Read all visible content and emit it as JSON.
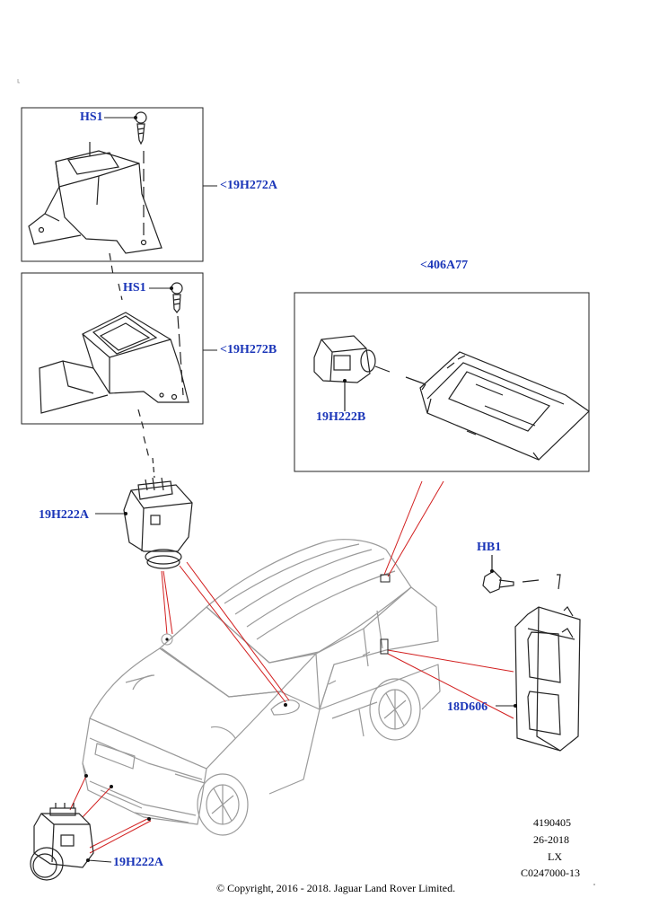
{
  "labels": {
    "hs1_top": "HS1",
    "ref_19h272a": "<19H272A",
    "hs1_mid": "HS1",
    "ref_19h272b": "<19H272B",
    "ref_406a77": "<406A77",
    "part_19h222b": "19H222B",
    "part_19h222a_mid": "19H222A",
    "hb1": "HB1",
    "part_18d606": "18D606",
    "part_19h222a_bottom": "19H222A"
  },
  "meta": {
    "line1": "4190405",
    "line2": "26-2018",
    "line3": "LX",
    "line4": "C0247000-13",
    "copyright": "© Copyright, 2016 - 2018. Jaguar Land Rover Limited."
  },
  "colors": {
    "label": "#1a35b8",
    "leader_red": "#d21f1f",
    "line": "#222222",
    "vehicle": "#9a9a9a"
  }
}
